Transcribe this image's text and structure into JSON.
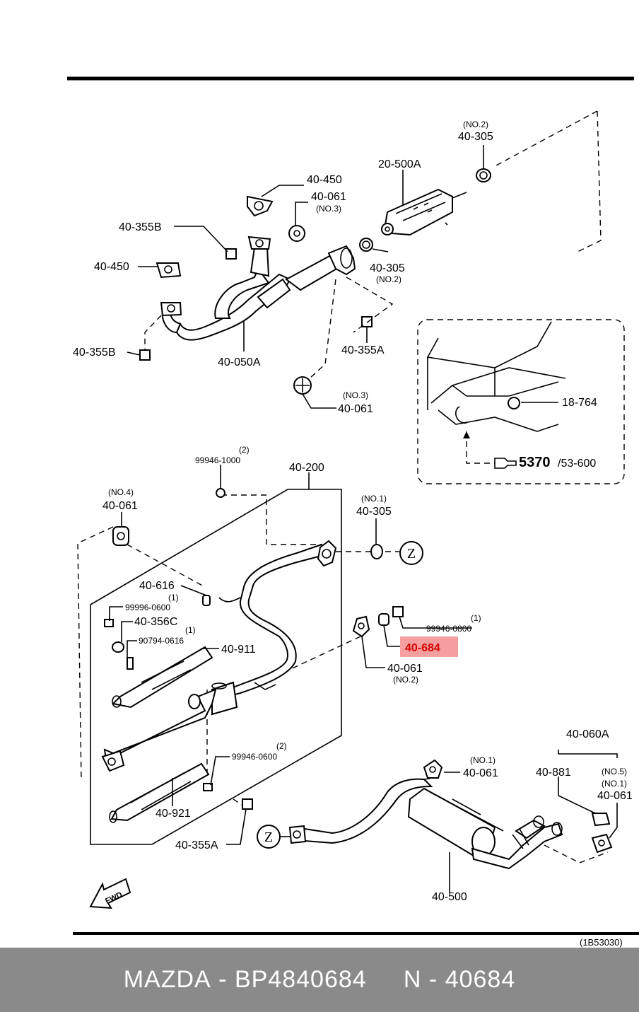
{
  "diagram": {
    "highlight_color": "#f4a0a0",
    "labels": {
      "p40_450_top": "40-450",
      "p40_061_no3_top": "40-061",
      "no3_top": "(NO.3)",
      "p40_355b_top": "40-355B",
      "p40_450_left": "40-450",
      "p40_355b_left": "40-355B",
      "p40_050a": "40-050A",
      "no2_top": "(NO.2)",
      "p40_305_top": "40-305",
      "p20_500a": "20-500A",
      "p40_305_mid": "40-305",
      "no2_mid": "(NO.2)",
      "p40_355a_top": "40-355A",
      "no3_low": "(NO.3)",
      "p40_061_low": "40-061",
      "p18_764": "18-764",
      "ref_5370": "5370",
      "ref_53600": "/53-600",
      "qty2_a": "(2)",
      "p99946_1000": "99946-1000",
      "p40_200": "40-200",
      "no4": "(NO.4)",
      "p40_061_no4": "40-061",
      "no1_305": "(NO.1)",
      "p40_305_no1": "40-305",
      "z_top": "Z",
      "p40_616": "40-616",
      "qty1_a": "(1)",
      "p99996_0600": "99996-0600",
      "p40_356c": "40-356C",
      "qty1_b": "(1)",
      "p90794_0616": "90794-0616",
      "p40_911": "40-911",
      "qty1_c": "(1)",
      "p99946_0800": "99946-0800",
      "p40_684": "40-684",
      "p40_061_no2": "40-061",
      "no2_low": "(NO.2)",
      "qty2_b": "(2)",
      "p99946_0600": "99946-0600",
      "p40_921": "40-921",
      "p40_355a_low": "40-355A",
      "no1_061": "(NO.1)",
      "p40_061_no1": "40-061",
      "p40_060a": "40-060A",
      "p40_881": "40-881",
      "no5": "(NO.5)",
      "no1_right": "(NO.1)",
      "p40_061_right": "40-061",
      "z_bottom": "Z",
      "p40_500": "40-500",
      "fwd": "FWD",
      "diagram_ref": "(1B53030)"
    }
  },
  "footer": {
    "brand": "MAZDA",
    "sep1": " - ",
    "part_number": "BP4840684",
    "gap": "     ",
    "code": "N - 40684"
  }
}
